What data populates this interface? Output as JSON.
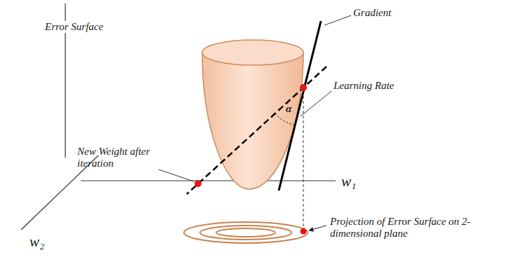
{
  "diagram": {
    "labels": [
      "Error Surface",
      "Gradient",
      "Learning Rate",
      "α",
      "New Weight after iteration",
      "w₁",
      "w₂",
      "Projection of Error Surface on 2-dimensional plane"
    ]
  }
}
